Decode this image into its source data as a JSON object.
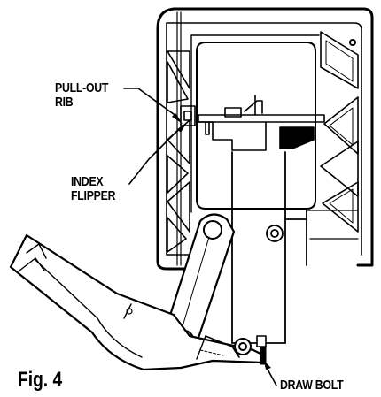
{
  "figure": {
    "title": "Fig. 4"
  },
  "labels": {
    "pull_out_rib_line1": "PULL-OUT",
    "pull_out_rib_line2": "RIB",
    "index_flipper_line1": "INDEX",
    "index_flipper_line2": "FLIPPER",
    "draw_bolt": "DRAW BOLT"
  },
  "colors": {
    "ink": "#000000",
    "paper": "#ffffff"
  }
}
